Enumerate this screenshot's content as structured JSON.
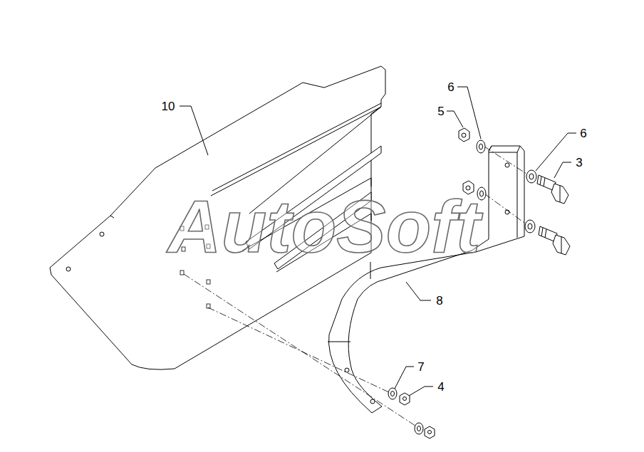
{
  "diagram": {
    "labels": [
      "10",
      "6",
      "5",
      "6",
      "3",
      "8",
      "7",
      "4",
      "AutoSoft"
    ]
  }
}
